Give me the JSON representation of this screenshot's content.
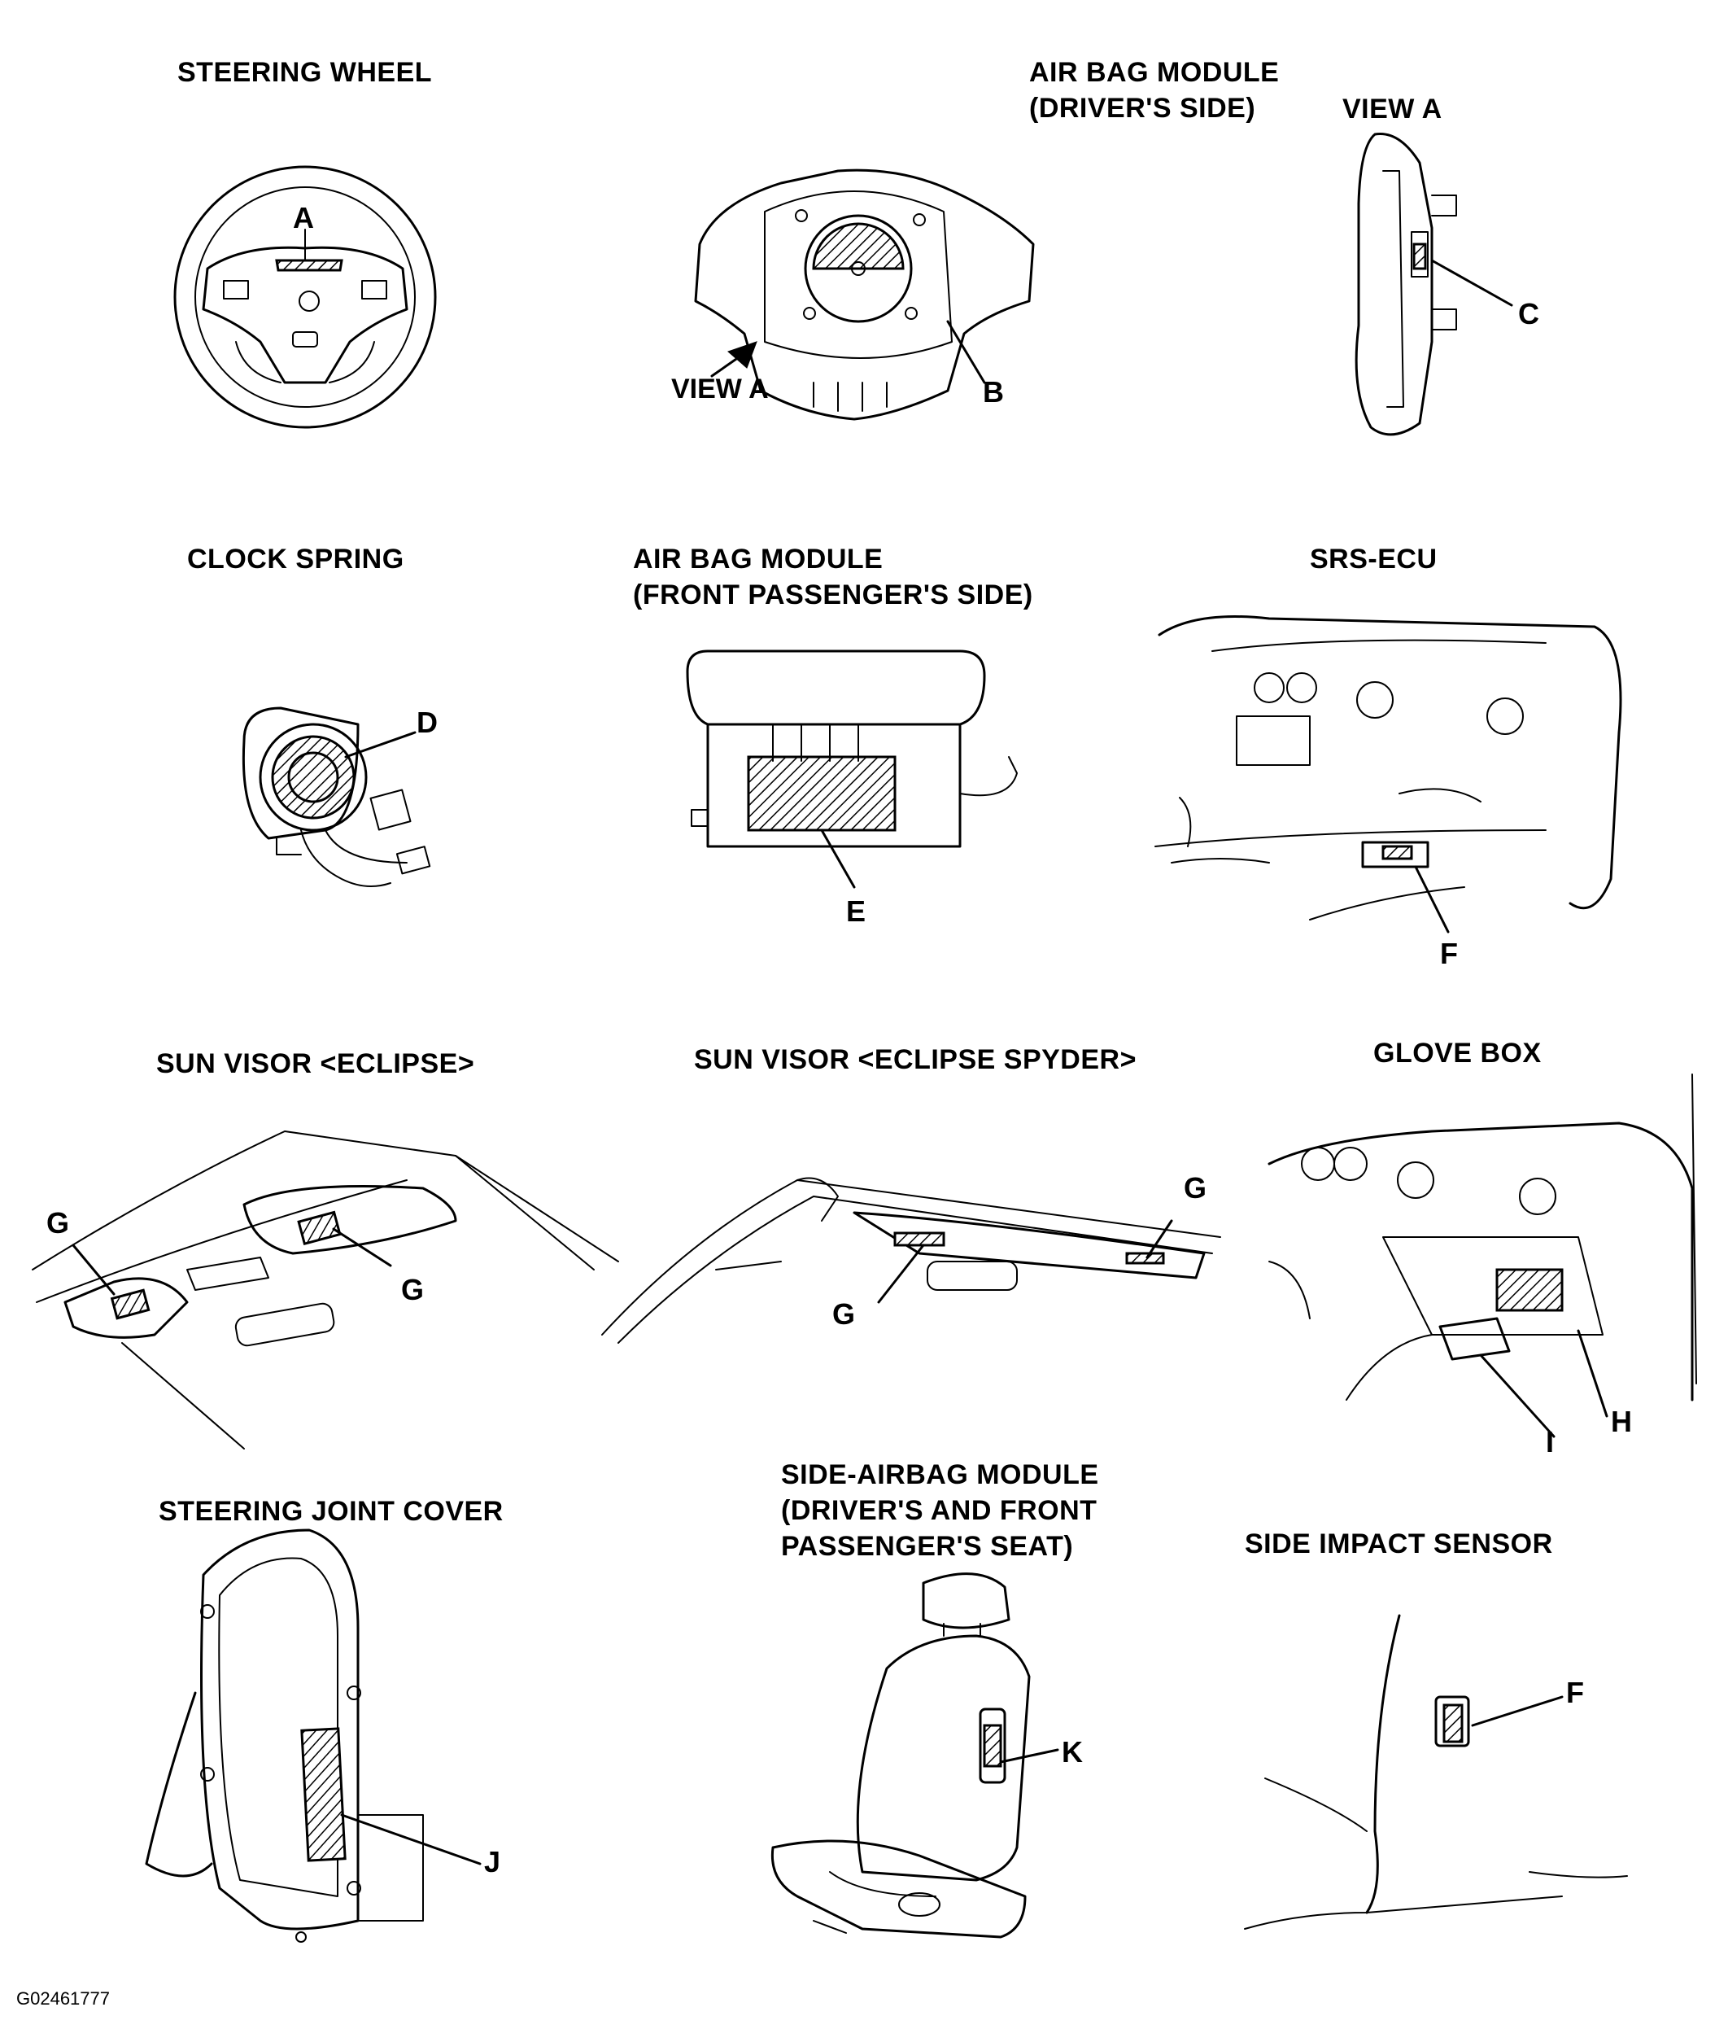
{
  "titles": {
    "steering_wheel": "STEERING WHEEL",
    "airbag_driver": "AIR BAG MODULE\n(DRIVER'S SIDE)",
    "view_a": "VIEW A",
    "clock_spring": "CLOCK SPRING",
    "airbag_passenger": "AIR BAG MODULE\n(FRONT PASSENGER'S SIDE)",
    "srs_ecu": "SRS-ECU",
    "sun_visor_eclipse": "SUN VISOR <ECLIPSE>",
    "sun_visor_spyder": "SUN VISOR <ECLIPSE SPYDER>",
    "glove_box": "GLOVE BOX",
    "steering_joint_cover": "STEERING JOINT COVER",
    "side_airbag": "SIDE-AIRBAG MODULE\n(DRIVER'S AND FRONT\nPASSENGER'S SEAT)",
    "side_impact_sensor": "SIDE IMPACT SENSOR"
  },
  "callouts": {
    "a": "A",
    "view_a_arrow": "VIEW A",
    "b": "B",
    "c": "C",
    "d": "D",
    "e": "E",
    "f_ecu": "F",
    "g_eclipse_left": "G",
    "g_eclipse_right": "G",
    "g_spyder_right": "G",
    "g_spyder_bottom": "G",
    "h": "H",
    "i": "I",
    "j": "J",
    "k": "K",
    "f_sensor": "F"
  },
  "figure_code": "G02461777"
}
